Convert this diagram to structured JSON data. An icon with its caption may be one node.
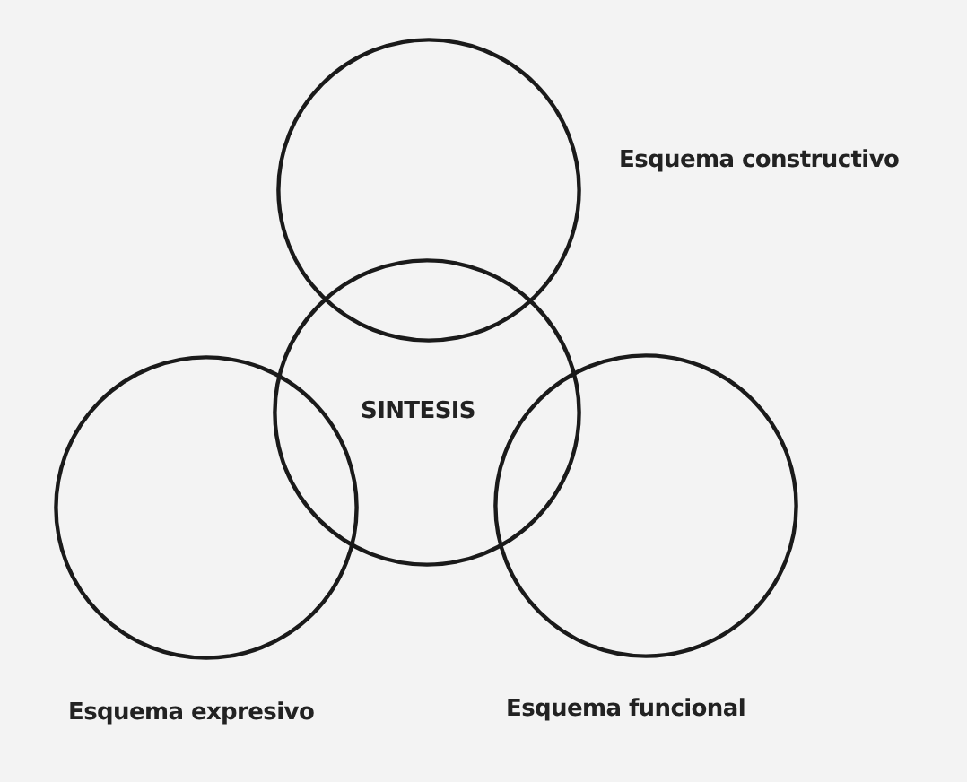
{
  "diagram": {
    "nodes": [
      {
        "text": [
          "Esquema constructivo"
        ]
      },
      {
        "text": [
          "SINTESIS"
        ]
      },
      {
        "text": [
          "Esquema expresivo"
        ]
      },
      {
        "text": [
          "Esquema funcional"
        ]
      }
    ],
    "edges": []
  }
}
